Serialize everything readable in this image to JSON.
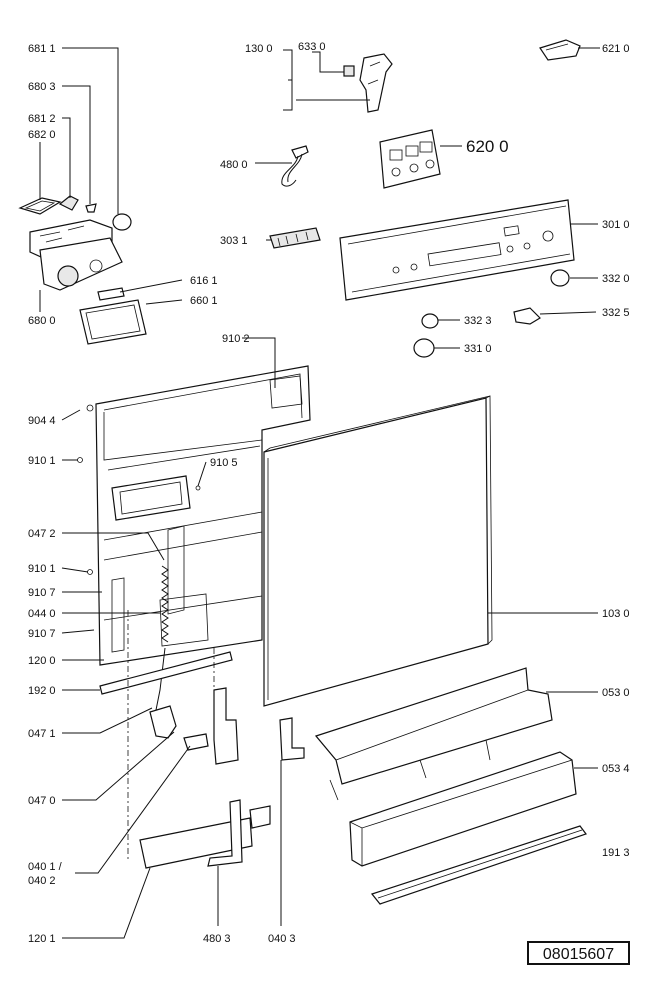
{
  "labels": {
    "l_6811": "681 1",
    "l_6803": "680 3",
    "l_6812": "681 2",
    "l_6820": "682 0",
    "l_1300": "130 0",
    "l_6330": "633 0",
    "l_6210": "621 0",
    "l_4800": "480 0",
    "l_6200": "620 0",
    "l_3031": "303 1",
    "l_3010": "301 0",
    "l_6161": "616 1",
    "l_6601": "660 1",
    "l_6800": "680 0",
    "l_3320": "332 0",
    "l_3323": "332 3",
    "l_3325": "332 5",
    "l_3310": "331 0",
    "l_9102": "910 2",
    "l_9044": "904 4",
    "l_9101a": "910 1",
    "l_9105": "910 5",
    "l_0472": "047 2",
    "l_9101b": "910 1",
    "l_9107a": "910 7",
    "l_0440": "044 0",
    "l_9107b": "910 7",
    "l_1200": "120 0",
    "l_1920": "192 0",
    "l_0471": "047 1",
    "l_0470": "047 0",
    "l_0401": "040 1 /",
    "l_0402": "040 2",
    "l_1201": "120 1",
    "l_4803": "480 3",
    "l_0403": "040 3",
    "l_1030": "103 0",
    "l_0530": "053 0",
    "l_0534": "053 4",
    "l_1913": "191 3"
  },
  "reference_number": "08015607"
}
